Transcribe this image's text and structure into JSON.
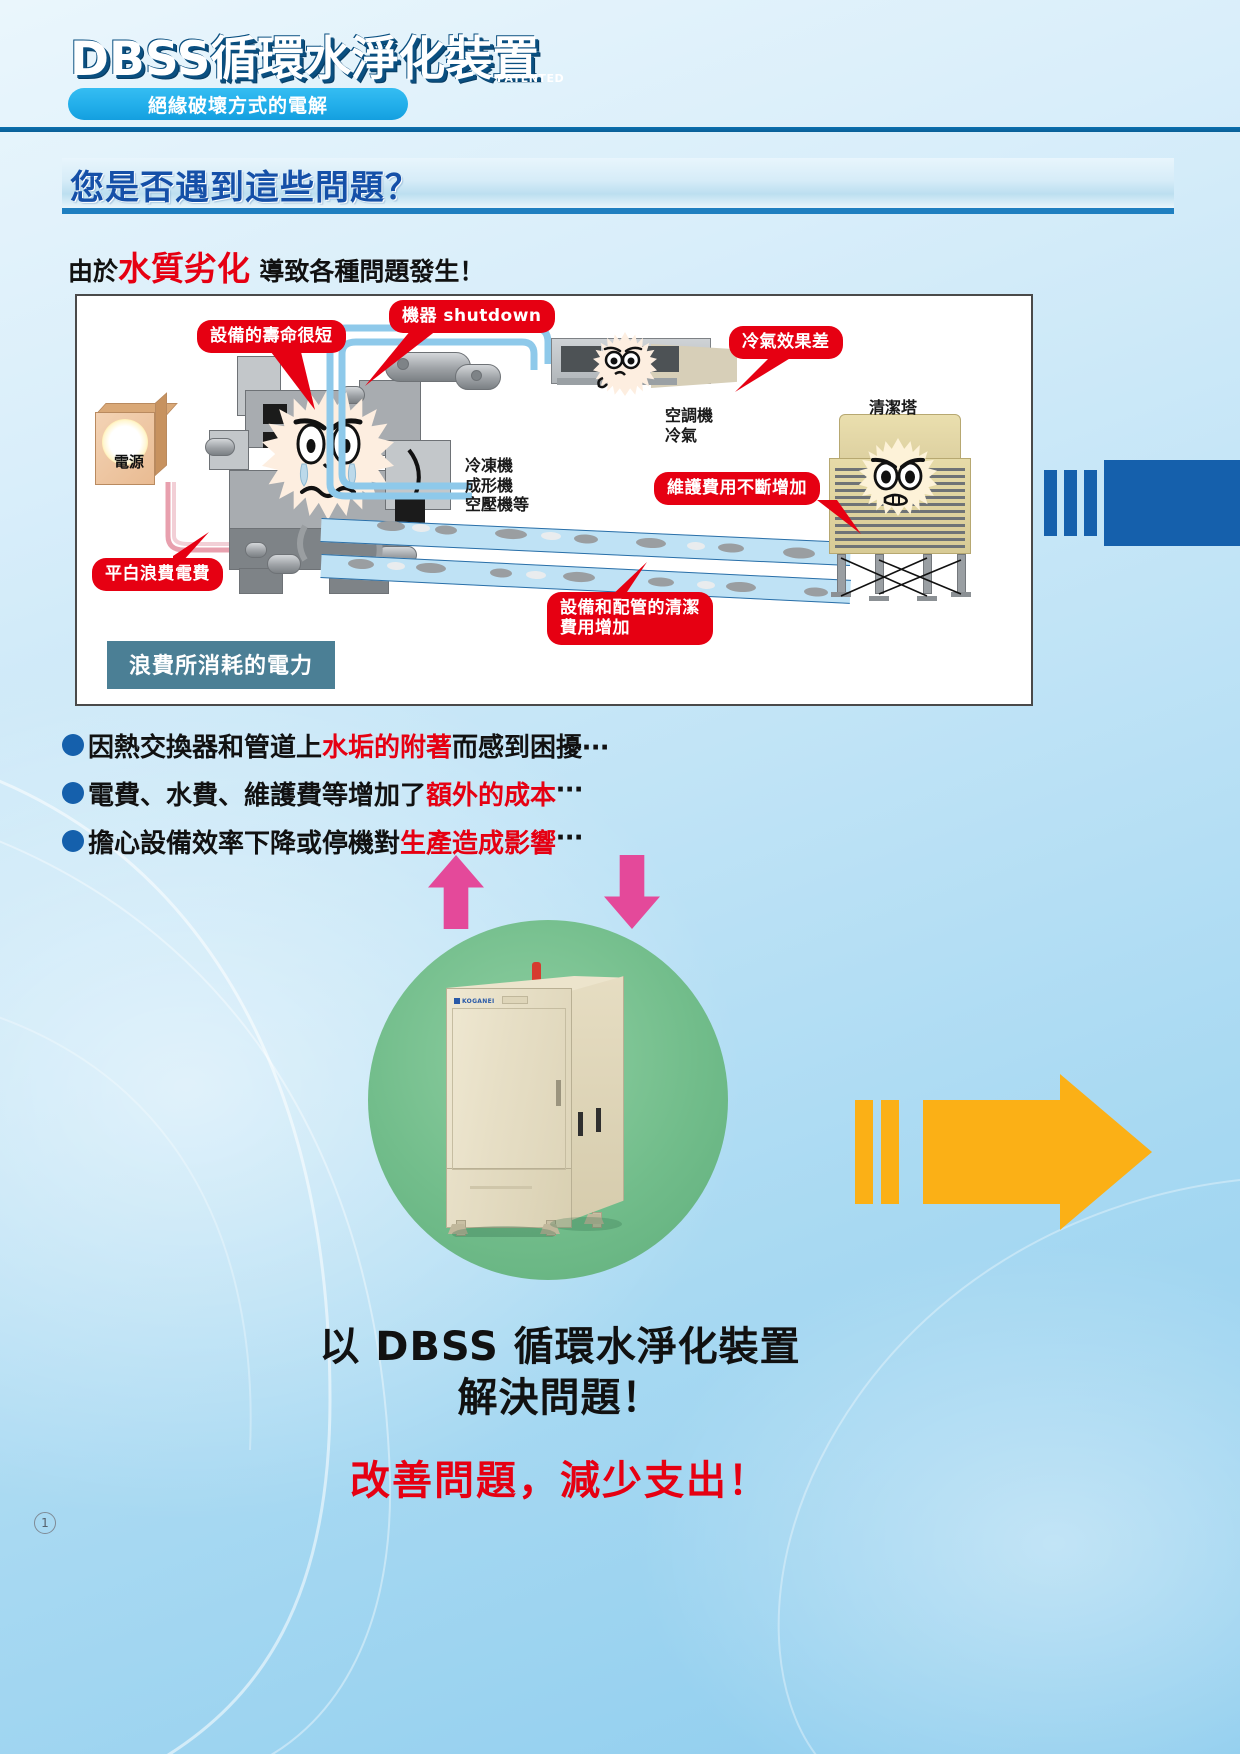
{
  "header": {
    "title": "DBSS循環水淨化裝置",
    "patented": "PATENTED",
    "pill_label": "絕緣破壞方式的電解"
  },
  "section": {
    "heading": "您是否遇到這些問題？"
  },
  "lead": {
    "prefix": "由於",
    "highlight": "水質劣化",
    "suffix": "導致各種問題發生！"
  },
  "illustration": {
    "callouts": [
      {
        "id": "equipment-life",
        "text": "設備的壽命很短"
      },
      {
        "id": "machine-shutdown",
        "text": "機器 shutdown"
      },
      {
        "id": "poor-cooling",
        "text": "冷氣效果差"
      },
      {
        "id": "rising-maintenance",
        "text": "維護費用不斷增加"
      },
      {
        "id": "wasted-power-bill",
        "text": "平白浪費電費"
      },
      {
        "id": "cleaning-cost",
        "text": "設備和配管的清潔\n費用增加"
      }
    ],
    "labels": [
      {
        "id": "power-source",
        "text": "電源"
      },
      {
        "id": "chiller-group",
        "text": "冷凍機\n成形機\n空壓機等"
      },
      {
        "id": "air-conditioner",
        "text": "空調機\n冷氣"
      },
      {
        "id": "cooling-tower",
        "text": "清潔塔"
      }
    ],
    "waste_box": "浪費所消耗的電力",
    "product_logo": "KOGANEI"
  },
  "bullets": [
    {
      "pre": "因熱交換器和管道上",
      "hl": "水垢的附著",
      "post": "而感到困擾‧‧‧"
    },
    {
      "pre": "電費、水費、維護費等增加了",
      "hl": "額外的成本",
      "post": "  ‧‧‧"
    },
    {
      "pre": "擔心設備效率下降或停機對",
      "hl": "生產造成影響",
      "post": "‧‧‧"
    }
  ],
  "bottom": {
    "line1": "以 DBSS 循環水淨化裝置\n解決問題！",
    "line2": "改善問題，減少支出！"
  },
  "page_number": "1",
  "colors": {
    "header_blue": "#1493d6",
    "accent_red": "#e60012",
    "heading_blue": "#1550a8",
    "bullet_dot": "#1560ac",
    "pink_arrow": "#e4499a",
    "orange_arrow": "#fbb016",
    "waste_box": "#4b7f95",
    "circle_green": "#72bd8b"
  }
}
